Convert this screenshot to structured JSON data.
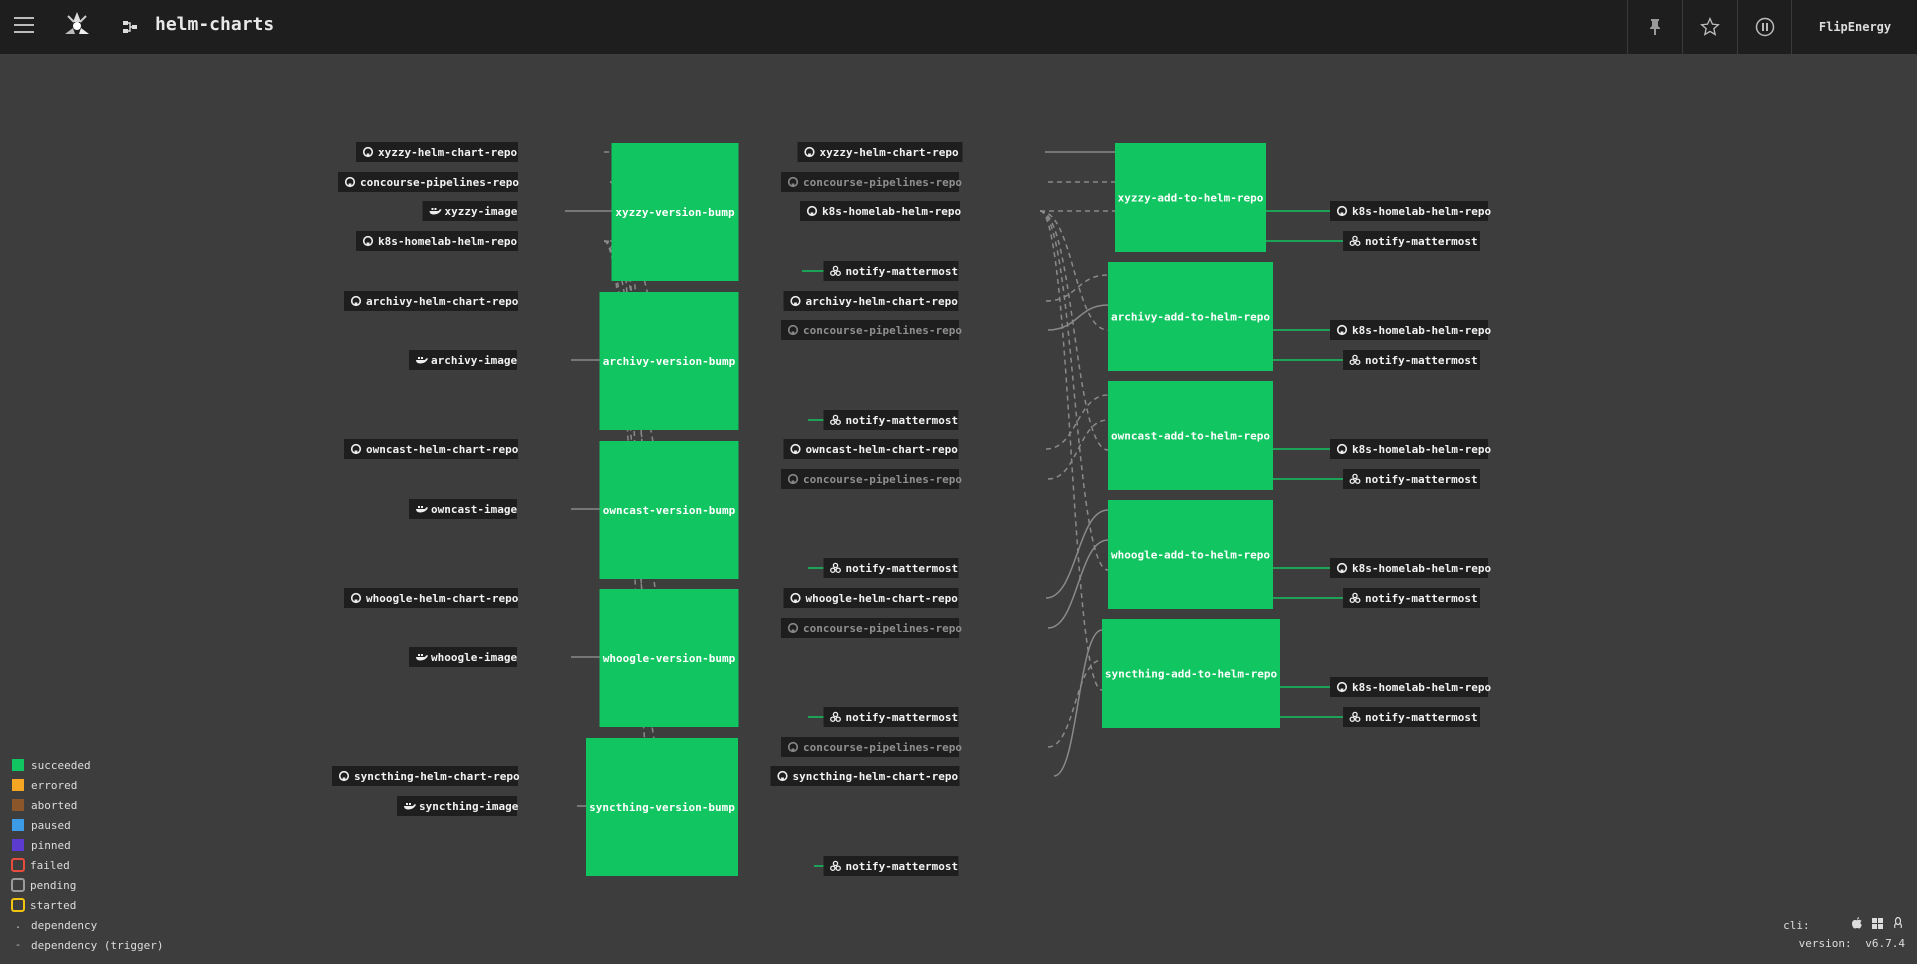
{
  "header": {
    "pipeline_name": "helm-charts",
    "user_name": "FlipEnergy",
    "menu_icon": "hamburger-icon",
    "pin_icon": "pin-icon",
    "star_icon": "star-icon",
    "pause_icon": "pause-icon"
  },
  "colors": {
    "background": "#3d3d3d",
    "topbar": "#1e1e1e",
    "job_succeeded": "#11c560",
    "resource_bg": "#1e1e1e",
    "line": "#8a8a8a"
  },
  "input_resources": [
    {
      "name": "xyzzy-helm-chart-repo",
      "icon": "github-icon"
    },
    {
      "name": "concourse-pipelines-repo",
      "icon": "github-icon"
    },
    {
      "name": "xyzzy-image",
      "icon": "docker-icon"
    },
    {
      "name": "k8s-homelab-helm-repo",
      "icon": "github-icon"
    },
    {
      "name": "archivy-helm-chart-repo",
      "icon": "github-icon"
    },
    {
      "name": "archivy-image",
      "icon": "docker-icon"
    },
    {
      "name": "owncast-helm-chart-repo",
      "icon": "github-icon"
    },
    {
      "name": "owncast-image",
      "icon": "docker-icon"
    },
    {
      "name": "whoogle-helm-chart-repo",
      "icon": "github-icon"
    },
    {
      "name": "whoogle-image",
      "icon": "docker-icon"
    },
    {
      "name": "syncthing-helm-chart-repo",
      "icon": "github-icon"
    },
    {
      "name": "syncthing-image",
      "icon": "docker-icon"
    }
  ],
  "bump_jobs": [
    {
      "name": "xyzzy-version-bump",
      "status": "succeeded"
    },
    {
      "name": "archivy-version-bump",
      "status": "succeeded"
    },
    {
      "name": "owncast-version-bump",
      "status": "succeeded"
    },
    {
      "name": "whoogle-version-bump",
      "status": "succeeded"
    },
    {
      "name": "syncthing-version-bump",
      "status": "succeeded"
    }
  ],
  "middle_resources": [
    {
      "name": "xyzzy-helm-chart-repo",
      "icon": "github-icon",
      "dim": false
    },
    {
      "name": "concourse-pipelines-repo",
      "icon": "github-icon",
      "dim": true
    },
    {
      "name": "k8s-homelab-helm-repo",
      "icon": "github-icon",
      "dim": false
    },
    {
      "name": "notify-mattermost",
      "icon": "mattermost-icon",
      "dim": false
    },
    {
      "name": "archivy-helm-chart-repo",
      "icon": "github-icon",
      "dim": false
    },
    {
      "name": "concourse-pipelines-repo",
      "icon": "github-icon",
      "dim": true
    },
    {
      "name": "notify-mattermost",
      "icon": "mattermost-icon",
      "dim": false
    },
    {
      "name": "owncast-helm-chart-repo",
      "icon": "github-icon",
      "dim": false
    },
    {
      "name": "concourse-pipelines-repo",
      "icon": "github-icon",
      "dim": true
    },
    {
      "name": "notify-mattermost",
      "icon": "mattermost-icon",
      "dim": false
    },
    {
      "name": "whoogle-helm-chart-repo",
      "icon": "github-icon",
      "dim": false
    },
    {
      "name": "concourse-pipelines-repo",
      "icon": "github-icon",
      "dim": true
    },
    {
      "name": "notify-mattermost",
      "icon": "mattermost-icon",
      "dim": false
    },
    {
      "name": "concourse-pipelines-repo",
      "icon": "github-icon",
      "dim": true
    },
    {
      "name": "syncthing-helm-chart-repo",
      "icon": "github-icon",
      "dim": false
    },
    {
      "name": "notify-mattermost",
      "icon": "mattermost-icon",
      "dim": false
    }
  ],
  "add_jobs": [
    {
      "name": "xyzzy-add-to-helm-repo",
      "status": "succeeded"
    },
    {
      "name": "archivy-add-to-helm-repo",
      "status": "succeeded"
    },
    {
      "name": "owncast-add-to-helm-repo",
      "status": "succeeded"
    },
    {
      "name": "whoogle-add-to-helm-repo",
      "status": "succeeded"
    },
    {
      "name": "syncthing-add-to-helm-repo",
      "status": "succeeded"
    }
  ],
  "output_resources": [
    {
      "name": "k8s-homelab-helm-repo",
      "icon": "github-icon"
    },
    {
      "name": "notify-mattermost",
      "icon": "mattermost-icon"
    },
    {
      "name": "k8s-homelab-helm-repo",
      "icon": "github-icon"
    },
    {
      "name": "notify-mattermost",
      "icon": "mattermost-icon"
    },
    {
      "name": "k8s-homelab-helm-repo",
      "icon": "github-icon"
    },
    {
      "name": "notify-mattermost",
      "icon": "mattermost-icon"
    },
    {
      "name": "k8s-homelab-helm-repo",
      "icon": "github-icon"
    },
    {
      "name": "notify-mattermost",
      "icon": "mattermost-icon"
    },
    {
      "name": "k8s-homelab-helm-repo",
      "icon": "github-icon"
    },
    {
      "name": "notify-mattermost",
      "icon": "mattermost-icon"
    }
  ],
  "legend": [
    {
      "label": "succeeded",
      "kind": "fill",
      "color": "#11c560"
    },
    {
      "label": "errored",
      "kind": "fill",
      "color": "#f5a623"
    },
    {
      "label": "aborted",
      "kind": "fill",
      "color": "#8b572a"
    },
    {
      "label": "paused",
      "kind": "fill",
      "color": "#3d9ce8"
    },
    {
      "label": "pinned",
      "kind": "fill",
      "color": "#5c3bd1"
    },
    {
      "label": "failed",
      "kind": "outline",
      "color": "#e74c3c"
    },
    {
      "label": "pending",
      "kind": "outline",
      "color": "#9b9b9b"
    },
    {
      "label": "started",
      "kind": "outline",
      "color": "#f1c40f"
    },
    {
      "label": "dependency",
      "kind": "dot"
    },
    {
      "label": "dependency (trigger)",
      "kind": "dash"
    }
  ],
  "footer": {
    "cli_label": "cli:",
    "version_label": "version:",
    "version_value": "v6.7.4",
    "cli_icons": [
      "apple-icon",
      "windows-icon",
      "linux-icon"
    ]
  }
}
